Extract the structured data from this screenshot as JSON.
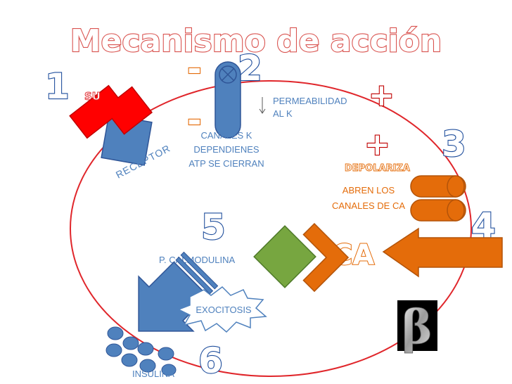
{
  "title": "Mecanismo de acción",
  "steps": [
    "1",
    "2",
    "3",
    "4",
    "5",
    "6"
  ],
  "signs": {
    "minus_top": "-",
    "minus_bottom": "-",
    "plus_top": "+",
    "plus_bottom": "+"
  },
  "labels": {
    "su": "SU",
    "receptor": "RECEPTOR",
    "channels_line1": "CANALES K",
    "channels_line2": "DEPENDIENES",
    "channels_line3": "ATP SE CIERRAN",
    "permeability_line1": "PERMEABILIDAD",
    "permeability_line2": "AL K",
    "depolarize": "DEPOLARIZA",
    "open_ca_line1": "ABREN LOS",
    "open_ca_line2": "CANALES DE CA",
    "ca": "CA",
    "calmodulin": "P. CALMODULINA",
    "exocytosis": "EXOCITOSIS",
    "insulin": "INSULINA"
  },
  "icons": {
    "beta_cell": "beta-letter-icon",
    "receptor": "receptor-block-icon",
    "k_channel": "k-channel-closed-icon",
    "ca_channels": "ca-channel-cylinder-icon",
    "ca_arrow": "ca-influx-arrow-icon",
    "secretion_arrow": "secretion-arrow-icon",
    "insulin_granules": "insulin-granule-icon"
  },
  "colors": {
    "membrane": "#e0262b",
    "blue": "#4f81bd",
    "orange": "#e46c0a",
    "green": "#77a640",
    "red": "#ff0000",
    "step_blue": "#1f4e9c",
    "title_red": "#d9534f",
    "text_blue": "#4f81bd",
    "text_orange": "#e46c0a"
  }
}
